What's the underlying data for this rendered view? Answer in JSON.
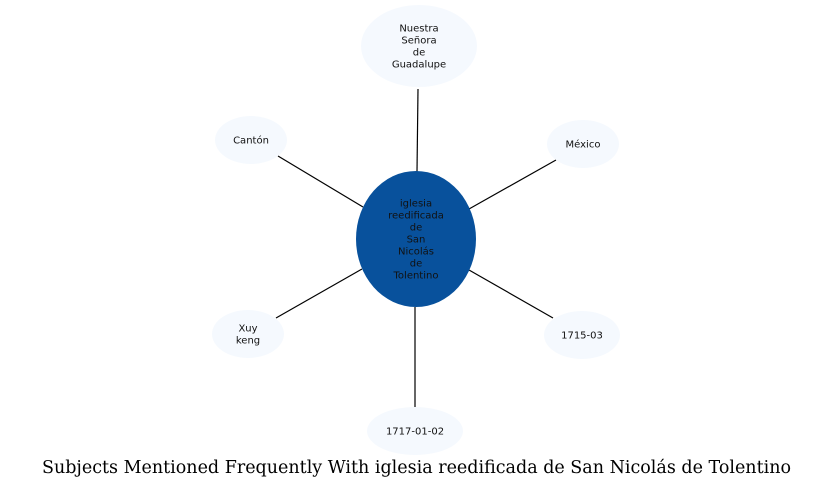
{
  "title": "Subjects Mentioned Frequently With iglesia reedificada de San Nicolás de Tolentino",
  "colors": {
    "center_fill": "#08519c",
    "leaf_fill": "#f5f9fe",
    "edge": "#000000"
  },
  "center": {
    "lines": [
      "iglesia",
      "reedificada",
      "de",
      "San",
      "Nicolás",
      "de",
      "Tolentino"
    ]
  },
  "leaves": [
    {
      "id": "guadalupe",
      "lines": [
        "Nuestra",
        "Señora",
        "de",
        "Guadalupe"
      ]
    },
    {
      "id": "canton",
      "lines": [
        "Cantón"
      ]
    },
    {
      "id": "mexico",
      "lines": [
        "México"
      ]
    },
    {
      "id": "xuy-keng",
      "lines": [
        "Xuy",
        "keng"
      ]
    },
    {
      "id": "1715-03",
      "lines": [
        "1715-03"
      ]
    },
    {
      "id": "1717-01-02",
      "lines": [
        "1717-01-02"
      ]
    }
  ]
}
